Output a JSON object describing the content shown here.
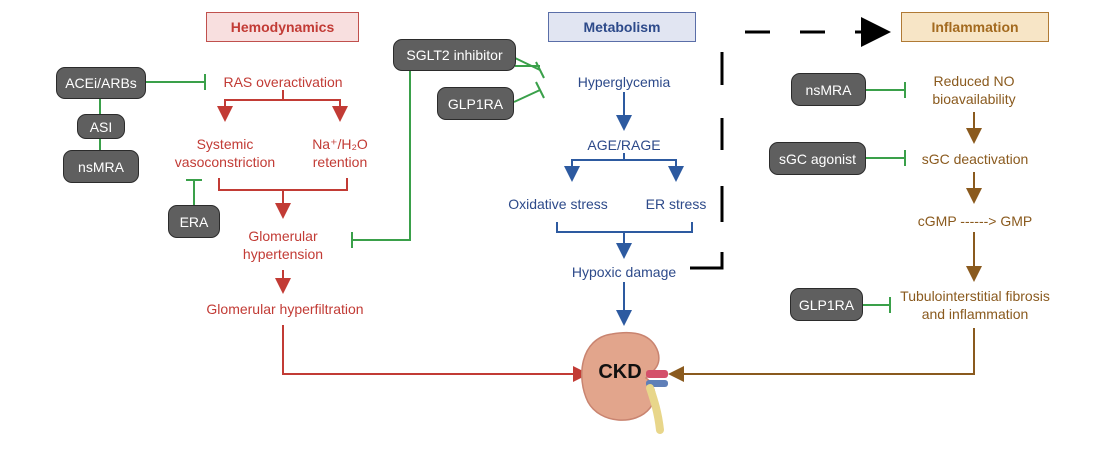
{
  "headers": {
    "hemodynamics": "Hemodynamics",
    "metabolism": "Metabolism",
    "inflammation": "Inflammation"
  },
  "drugs": {
    "acei_arbs": "ACEi/ARBs",
    "asi": "ASI",
    "nsmra_left": "nsMRA",
    "era": "ERA",
    "sglt2": "SGLT2 inhibitor",
    "glp1ra_mid": "GLP1RA",
    "nsmra_right": "nsMRA",
    "sgc_agonist": "sGC agonist",
    "glp1ra_right": "GLP1RA"
  },
  "hemo_nodes": {
    "ras": "RAS overactivation",
    "systemic_1": "Systemic",
    "systemic_2": "vasoconstriction",
    "na_1": "Na⁺/H₂O",
    "na_2": "retention",
    "gh_1": "Glomerular",
    "gh_2": "hypertension",
    "hyperfiltration": "Glomerular hyperfiltration"
  },
  "meta_nodes": {
    "hyperglycemia": "Hyperglycemia",
    "age": "AGE/RAGE",
    "oxidative": "Oxidative stress",
    "er": "ER stress",
    "hypoxic": "Hypoxic damage"
  },
  "infl_nodes": {
    "no_1": "Reduced NO",
    "no_2": "bioavailability",
    "sgc": "sGC deactivation",
    "cgmp": "cGMP ------> GMP",
    "tubulo_1": "Tubulointerstitial fibrosis",
    "tubulo_2": "and inflammation"
  },
  "outcome": "CKD",
  "colors": {
    "hemo": "#c23b35",
    "meta": "#2d5aa0",
    "infl": "#8a5a1e",
    "inhibit": "#3aa04a"
  }
}
